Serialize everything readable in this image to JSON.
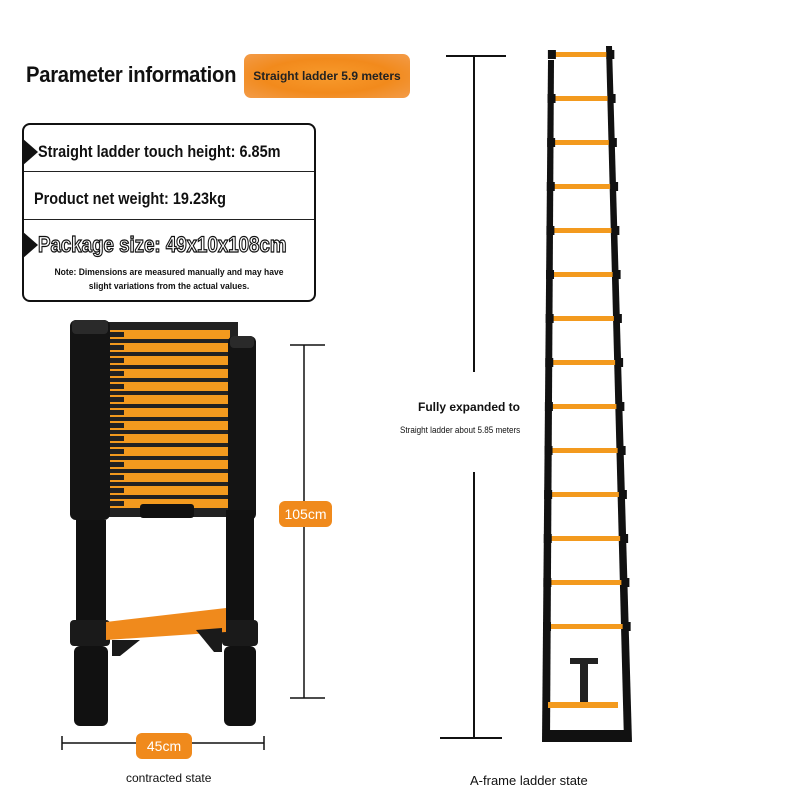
{
  "header": {
    "title": "Parameter information",
    "badge": "Straight ladder 5.9 meters"
  },
  "specs": {
    "touch_height": "Straight ladder touch height: 6.85m",
    "net_weight": "Product net weight: 19.23kg",
    "package_size": "Package size: 49x10x108cm",
    "note": "Note: Dimensions are measured manually and may have slight variations from the actual values."
  },
  "contracted": {
    "height_label": "105cm",
    "width_label": "45cm",
    "caption": "contracted state"
  },
  "expanded": {
    "line1": "Fully expanded to",
    "line2": "Straight ladder about 5.85 meters",
    "caption": "A-frame ladder state"
  },
  "colors": {
    "accent": "#f08a1c",
    "ladder_black": "#111111",
    "rung_orange": "#f39a1e"
  }
}
